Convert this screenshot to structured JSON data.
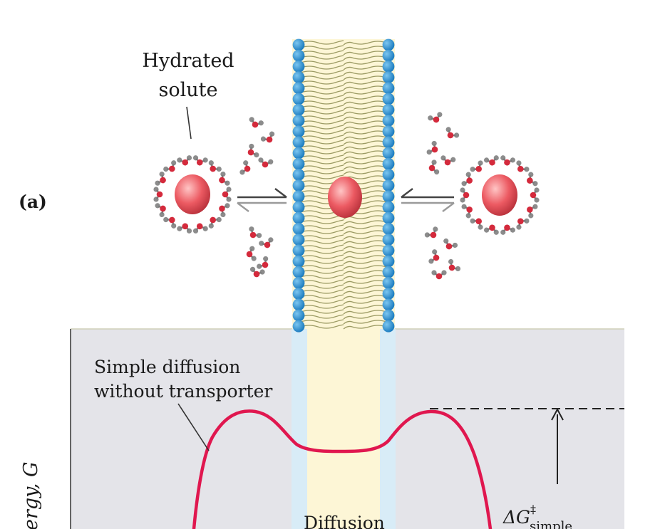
{
  "panel_label": "(a)",
  "solute_label": [
    "Hydrated",
    "solute"
  ],
  "curve_label": [
    "Simple diffusion",
    "without transporter"
  ],
  "y_axis_label": "ergy, G",
  "delta_g": {
    "base": "ΔG",
    "sup": "‡",
    "sub": "simple"
  },
  "region_label": "Diffusion",
  "colors": {
    "panel_bg": "#e4e4e9",
    "bilayer_core": "#fdf6d6",
    "headgroup_band": "#d8ecf7",
    "headgroup": "#1e8bd0",
    "lipid_tail": "#e9e7a8",
    "solute": "#e9535a",
    "curve": "#e0174f",
    "water_oxygen": "#d42a3c"
  }
}
